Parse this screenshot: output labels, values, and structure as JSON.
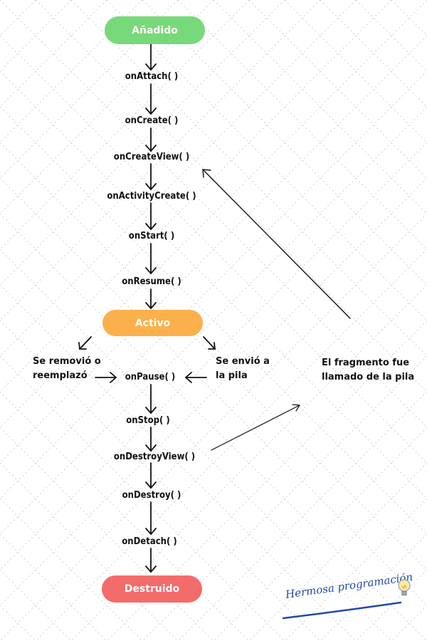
{
  "states": {
    "added": "Añadido",
    "active": "Activo",
    "destroyed": "Destruido"
  },
  "lifecycle": {
    "before_active": [
      "onAttach( )",
      "onCreate( )",
      "onCreateView( )",
      "onActivityCreate( )",
      "onStart( )",
      "onResume( )"
    ],
    "after_active": [
      "onPause( )",
      "onStop( )",
      "onDestroyView( )",
      "onDestroy( )",
      "onDetach( )"
    ]
  },
  "notes": {
    "removed": [
      "Se removió o",
      "reemplazó"
    ],
    "backstack": [
      "Se envió a",
      "la pila"
    ],
    "returned": [
      "El fragmento fue",
      "llamado de la pila"
    ]
  },
  "brand": "Hermosa programación",
  "colors": {
    "added": "#77d97a",
    "active": "#fbb04c",
    "destroyed": "#f46b6b",
    "brand": "#1f4aa6"
  }
}
